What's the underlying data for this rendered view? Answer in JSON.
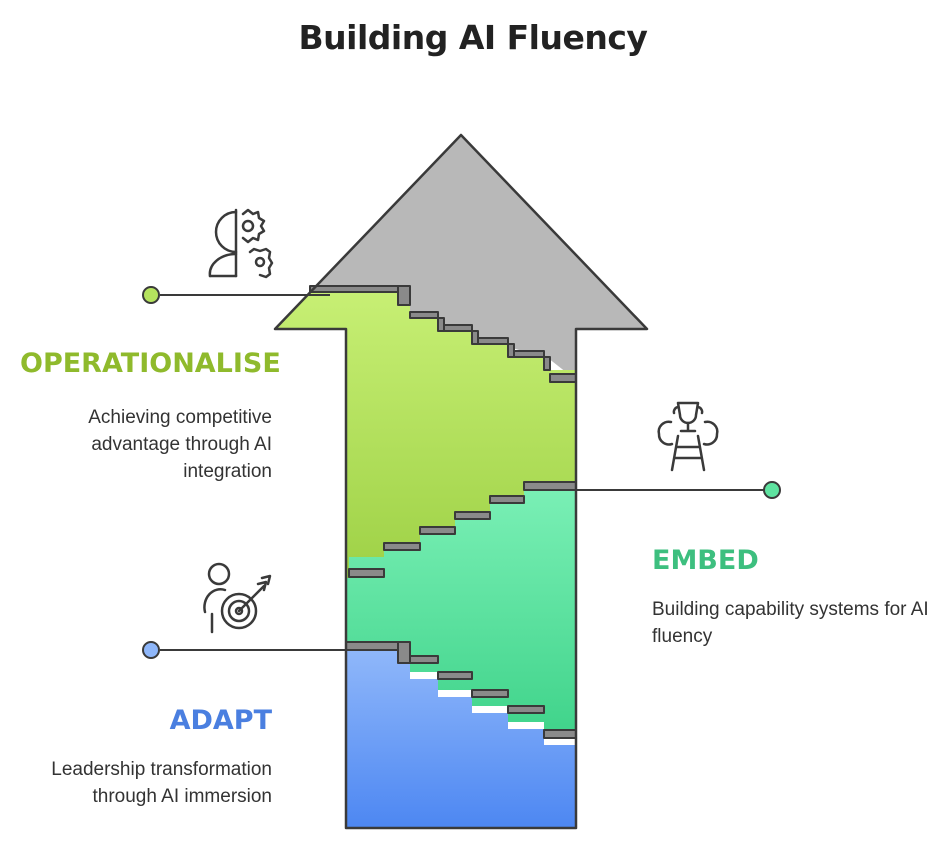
{
  "title": "Building AI Fluency",
  "stages": {
    "operationalise": {
      "title": "OPERATIONALISE",
      "description": "Achieving competitive advantage through AI integration",
      "icon": "brain-gear-head-icon",
      "color": "#8fba2c"
    },
    "embed": {
      "title": "EMBED",
      "description": "Building capability systems for AI fluency",
      "icon": "trophy-ladder-icon",
      "color": "#3dbf7f"
    },
    "adapt": {
      "title": "ADAPT",
      "description": "Leadership transformation through AI immersion",
      "icon": "person-target-icon",
      "color": "#4a7fe0"
    }
  },
  "colors": {
    "arrow_head": "#bdbdbd",
    "operationalise_fill": "#b5e35e",
    "embed_fill": "#5ee3a0",
    "adapt_fill": "#6e9cf5",
    "outline": "#3a3a3a"
  }
}
